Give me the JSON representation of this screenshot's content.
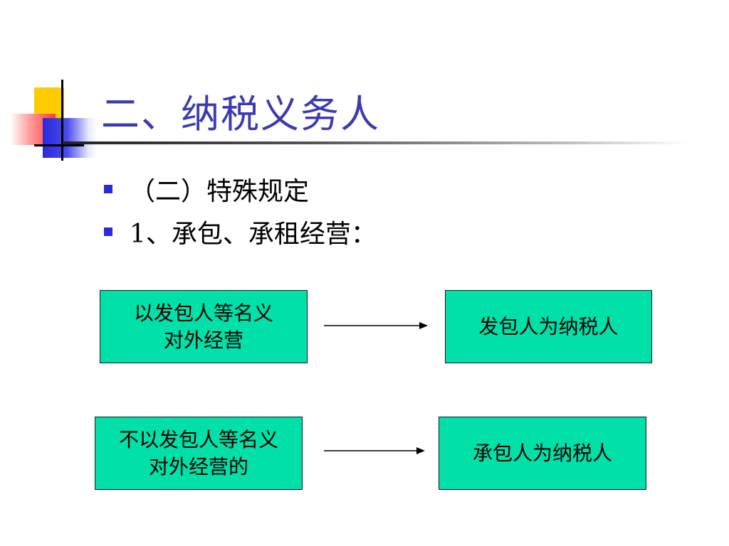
{
  "slide": {
    "title": "二、纳税义务人",
    "bullets": [
      {
        "text": "（二）特殊规定"
      },
      {
        "text": "1、承包、承租经营："
      }
    ],
    "diagram": {
      "rows": [
        {
          "condition_lines": [
            "以发包人等名义",
            "对外经营"
          ],
          "result": "发包人为纳税人"
        },
        {
          "condition_lines": [
            "不以发包人等名义",
            "对外经营的"
          ],
          "result": "承包人为纳税人"
        }
      ]
    },
    "colors": {
      "title": "#3b3bb0",
      "box_fill": "#00e0a8",
      "bullet_marker": "#2a2ad8",
      "deco_yellow": "#ffcc00",
      "deco_red": "#ff3b3b",
      "deco_blue": "#2a2ad8"
    }
  }
}
